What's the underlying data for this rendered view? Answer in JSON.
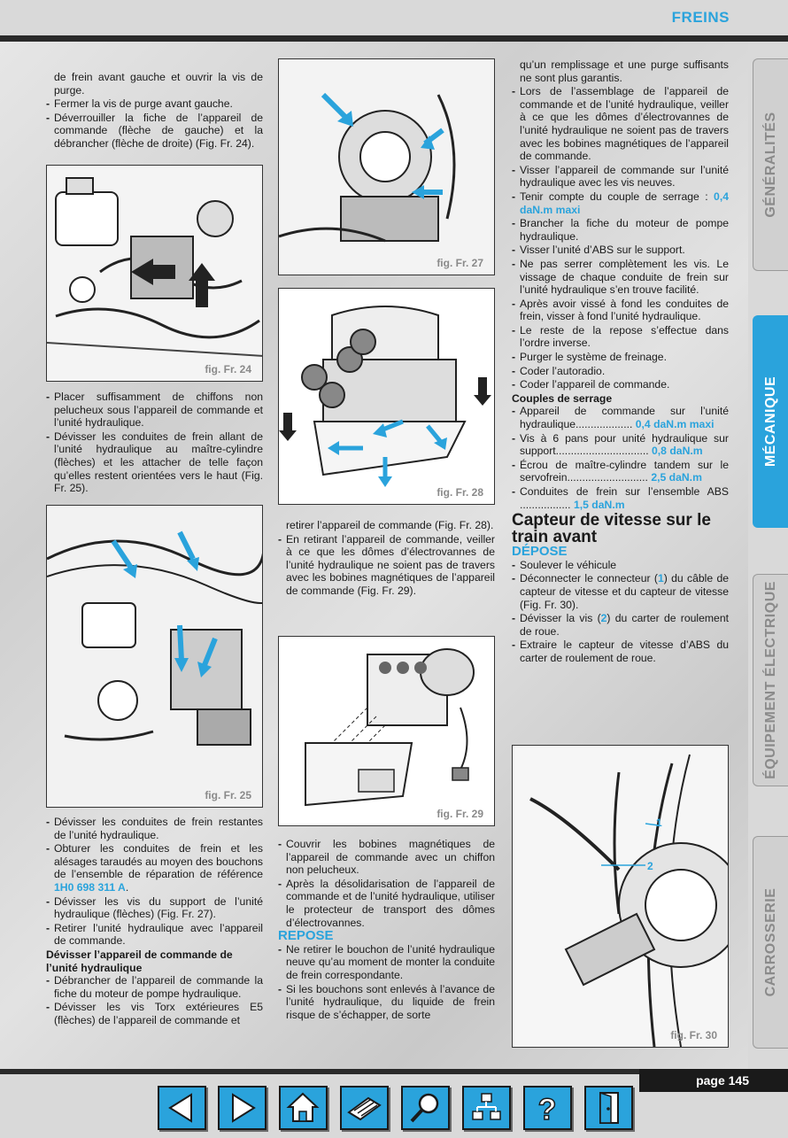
{
  "header": {
    "section": "FREINS"
  },
  "col1": {
    "items_a": [
      {
        "bullet": false,
        "text": "de frein avant gauche et ouvrir la vis de purge."
      },
      {
        "bullet": true,
        "text": "Fermer la vis de purge avant gauche."
      },
      {
        "bullet": true,
        "text": "Déverrouiller la fiche de l’appareil de commande (flèche de gauche) et la débrancher (flèche de droite) (Fig. Fr. 24)."
      }
    ],
    "items_b": [
      {
        "bullet": true,
        "text": "Placer suffisamment de chiffons non pelucheux sous l’appareil de commande et l’unité hydraulique."
      },
      {
        "bullet": true,
        "text": "Dévisser les conduites de frein allant de l’unité hydraulique au maître-cylindre (flèches) et les attacher de telle façon qu’elles restent orientées vers le haut (Fig. Fr. 25)."
      }
    ],
    "items_c1": "Dévisser les conduites de frein restantes de l’unité hydraulique.",
    "items_c2_pre": "Obturer les conduites de frein et les alésages taraudés au moyen des bouchons de l’ensemble de réparation de référence ",
    "items_c2_ref": "1H0 698 311 A",
    "items_c2_post": ".",
    "items_c3": "Dévisser les vis du support de l’unité hydraulique (flèches) (Fig. Fr. 27).",
    "items_c4": "Retirer l’unité hydraulique avec l’appareil de commande.",
    "subhead": "Dévisser l’appareil de commande de l’unité hydraulique",
    "items_d": [
      {
        "bullet": true,
        "text": "Débrancher de l’appareil de commande la fiche du moteur de pompe hydraulique."
      },
      {
        "bullet": true,
        "text": "Dévisser les vis Torx extérieures E5 (flèches) de l’appareil de commande et"
      }
    ]
  },
  "col2": {
    "items_a": [
      {
        "bullet": false,
        "text": "retirer l’appareil de commande (Fig. Fr. 28)."
      },
      {
        "bullet": true,
        "text": "En retirant l’appareil de commande, veiller à ce que les dômes d’électrovannes de l’unité hydraulique ne soient pas de travers avec les bobines magnétiques de l’appareil de commande (Fig. Fr. 29)."
      }
    ],
    "items_b": [
      {
        "bullet": true,
        "text": "Couvrir les bobines magnétiques de l’appareil de commande avec un chiffon non pelucheux."
      },
      {
        "bullet": true,
        "text": "Après la désolidarisation de l’appareil de commande et de l’unité hydraulique, utiliser le protecteur de transport des dômes d’électrovannes."
      }
    ],
    "repose_title": "REPOSE",
    "items_c": [
      {
        "bullet": true,
        "text": "Ne retirer le bouchon de l’unité hydraulique neuve qu’au moment de monter la conduite de frein correspondante."
      },
      {
        "bullet": true,
        "text": "Si les bouchons sont enlevés à l’avance de l’unité hydraulique, du liquide de frein risque de s’échapper, de sorte"
      }
    ]
  },
  "col3": {
    "items_a": [
      {
        "bullet": false,
        "text": "qu’un remplissage et une purge suffisants ne sont plus garantis."
      },
      {
        "bullet": true,
        "text": "Lors de l’assemblage de l’appareil de commande et de l’unité hydraulique, veiller à ce que les dômes d’électrovannes de l’unité hydraulique ne soient pas de travers avec les bobines magnétiques de l’appareil de commande."
      },
      {
        "bullet": true,
        "text": "Visser l’appareil de commande sur l’unité hydraulique avec les vis neuves."
      }
    ],
    "torque_pre": "Tenir compte du couple de serrage : ",
    "torque_val": "0,4 daN.m maxi",
    "items_b": [
      {
        "bullet": true,
        "text": "Brancher la fiche du moteur de pompe hydraulique."
      },
      {
        "bullet": true,
        "text": "Visser l’unité d’ABS sur le support."
      },
      {
        "bullet": true,
        "text": "Ne pas serrer complètement les vis. Le vissage de chaque conduite de frein sur l’unité hydraulique s’en trouve facilité."
      },
      {
        "bullet": true,
        "text": "Après avoir vissé à fond les conduites de frein, visser à fond l’unité hydraulique."
      },
      {
        "bullet": true,
        "text": "Le reste de la repose s’effectue dans l’ordre inverse."
      },
      {
        "bullet": true,
        "text": "Purger le système de freinage."
      },
      {
        "bullet": true,
        "text": "Coder l’autoradio."
      },
      {
        "bullet": true,
        "text": "Coder l’appareil de commande."
      }
    ],
    "couples_title": "Couples de serrage",
    "couples": [
      {
        "label": "Appareil de commande sur l’unité hydraulique...................",
        "value": "0,4 daN.m maxi"
      },
      {
        "label": "Vis à 6 pans pour unité hydraulique sur support...............................",
        "value": "0,8 daN.m"
      },
      {
        "label": "Écrou de maître-cylindre tandem sur le servofrein...........................",
        "value": "2,5 daN.m"
      },
      {
        "label": "Conduites de frein sur l’ensemble ABS .................",
        "value": "1,5 daN.m"
      }
    ],
    "capteur_title": "Capteur de vitesse sur le train avant",
    "depose_title": "DÉPOSE",
    "dep1": "Soulever le véhicule",
    "dep2_pre": "Déconnecter le connecteur (",
    "dep2_num": "1",
    "dep2_post": ") du câble de capteur de vitesse et du capteur de vitesse (Fig. Fr. 30).",
    "dep3_pre": "Dévisser la vis (",
    "dep3_num": "2",
    "dep3_post": ") du carter de roulement de roue.",
    "dep4": "Extraire le capteur de vitesse d’ABS du carter de roulement de roue."
  },
  "figures": {
    "fig24": "fig. Fr. 24",
    "fig25": "fig. Fr. 25",
    "fig27": "fig. Fr. 27",
    "fig28": "fig. Fr. 28",
    "fig29": "fig. Fr. 29",
    "fig30": "fig. Fr. 30",
    "fig30_label1": "1",
    "fig30_label2": "2"
  },
  "tabs": [
    {
      "label": "GÉNÉRALITÉS",
      "active": false
    },
    {
      "label": "MÉCANIQUE",
      "active": true
    },
    {
      "label": "ÉQUIPEMENT ÉLECTRIQUE",
      "active": false
    },
    {
      "label": "CARROSSERIE",
      "active": false
    }
  ],
  "footer": {
    "page": "page 145",
    "nav": [
      "arrow-left-icon",
      "arrow-right-icon",
      "home-icon",
      "print-icon",
      "search-icon",
      "binoculars-icon",
      "help-icon",
      "exit-icon"
    ]
  },
  "colors": {
    "accent": "#2aa3dc",
    "dark": "#1a1a1a"
  }
}
